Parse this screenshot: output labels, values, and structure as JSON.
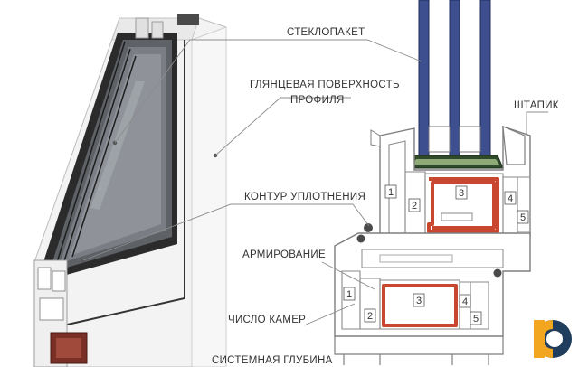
{
  "labels": {
    "glass_unit": "СТЕКЛОПАКЕТ",
    "glossy_surface_line1": "ГЛЯНЦЕВАЯ ПОВЕРХНОСТЬ",
    "glossy_surface_line2": "ПРОФИЛЯ",
    "bead": "ШТАПИК",
    "seal_contour": "КОНТУР УПЛОТНЕНИЯ",
    "reinforcement": "АРМИРОВАНИЕ",
    "chamber_count": "ЧИСЛО КАМЕР",
    "system_depth": "СИСТЕМНАЯ ГЛУБИНА"
  },
  "chambers_sash": [
    "1",
    "2",
    "3",
    "4",
    "5"
  ],
  "chambers_frame": [
    "1",
    "2",
    "3",
    "4",
    "5"
  ],
  "colors": {
    "glass_blue": "#3e4f8f",
    "reinforcement_red": "#c9472e",
    "profile_outline": "#8a8a8a",
    "seal_green": "#2f4a2a",
    "logo_orange": "#f2a51f",
    "logo_dark": "#1f3d5c"
  },
  "icons": [
    "company-logo-icon"
  ]
}
